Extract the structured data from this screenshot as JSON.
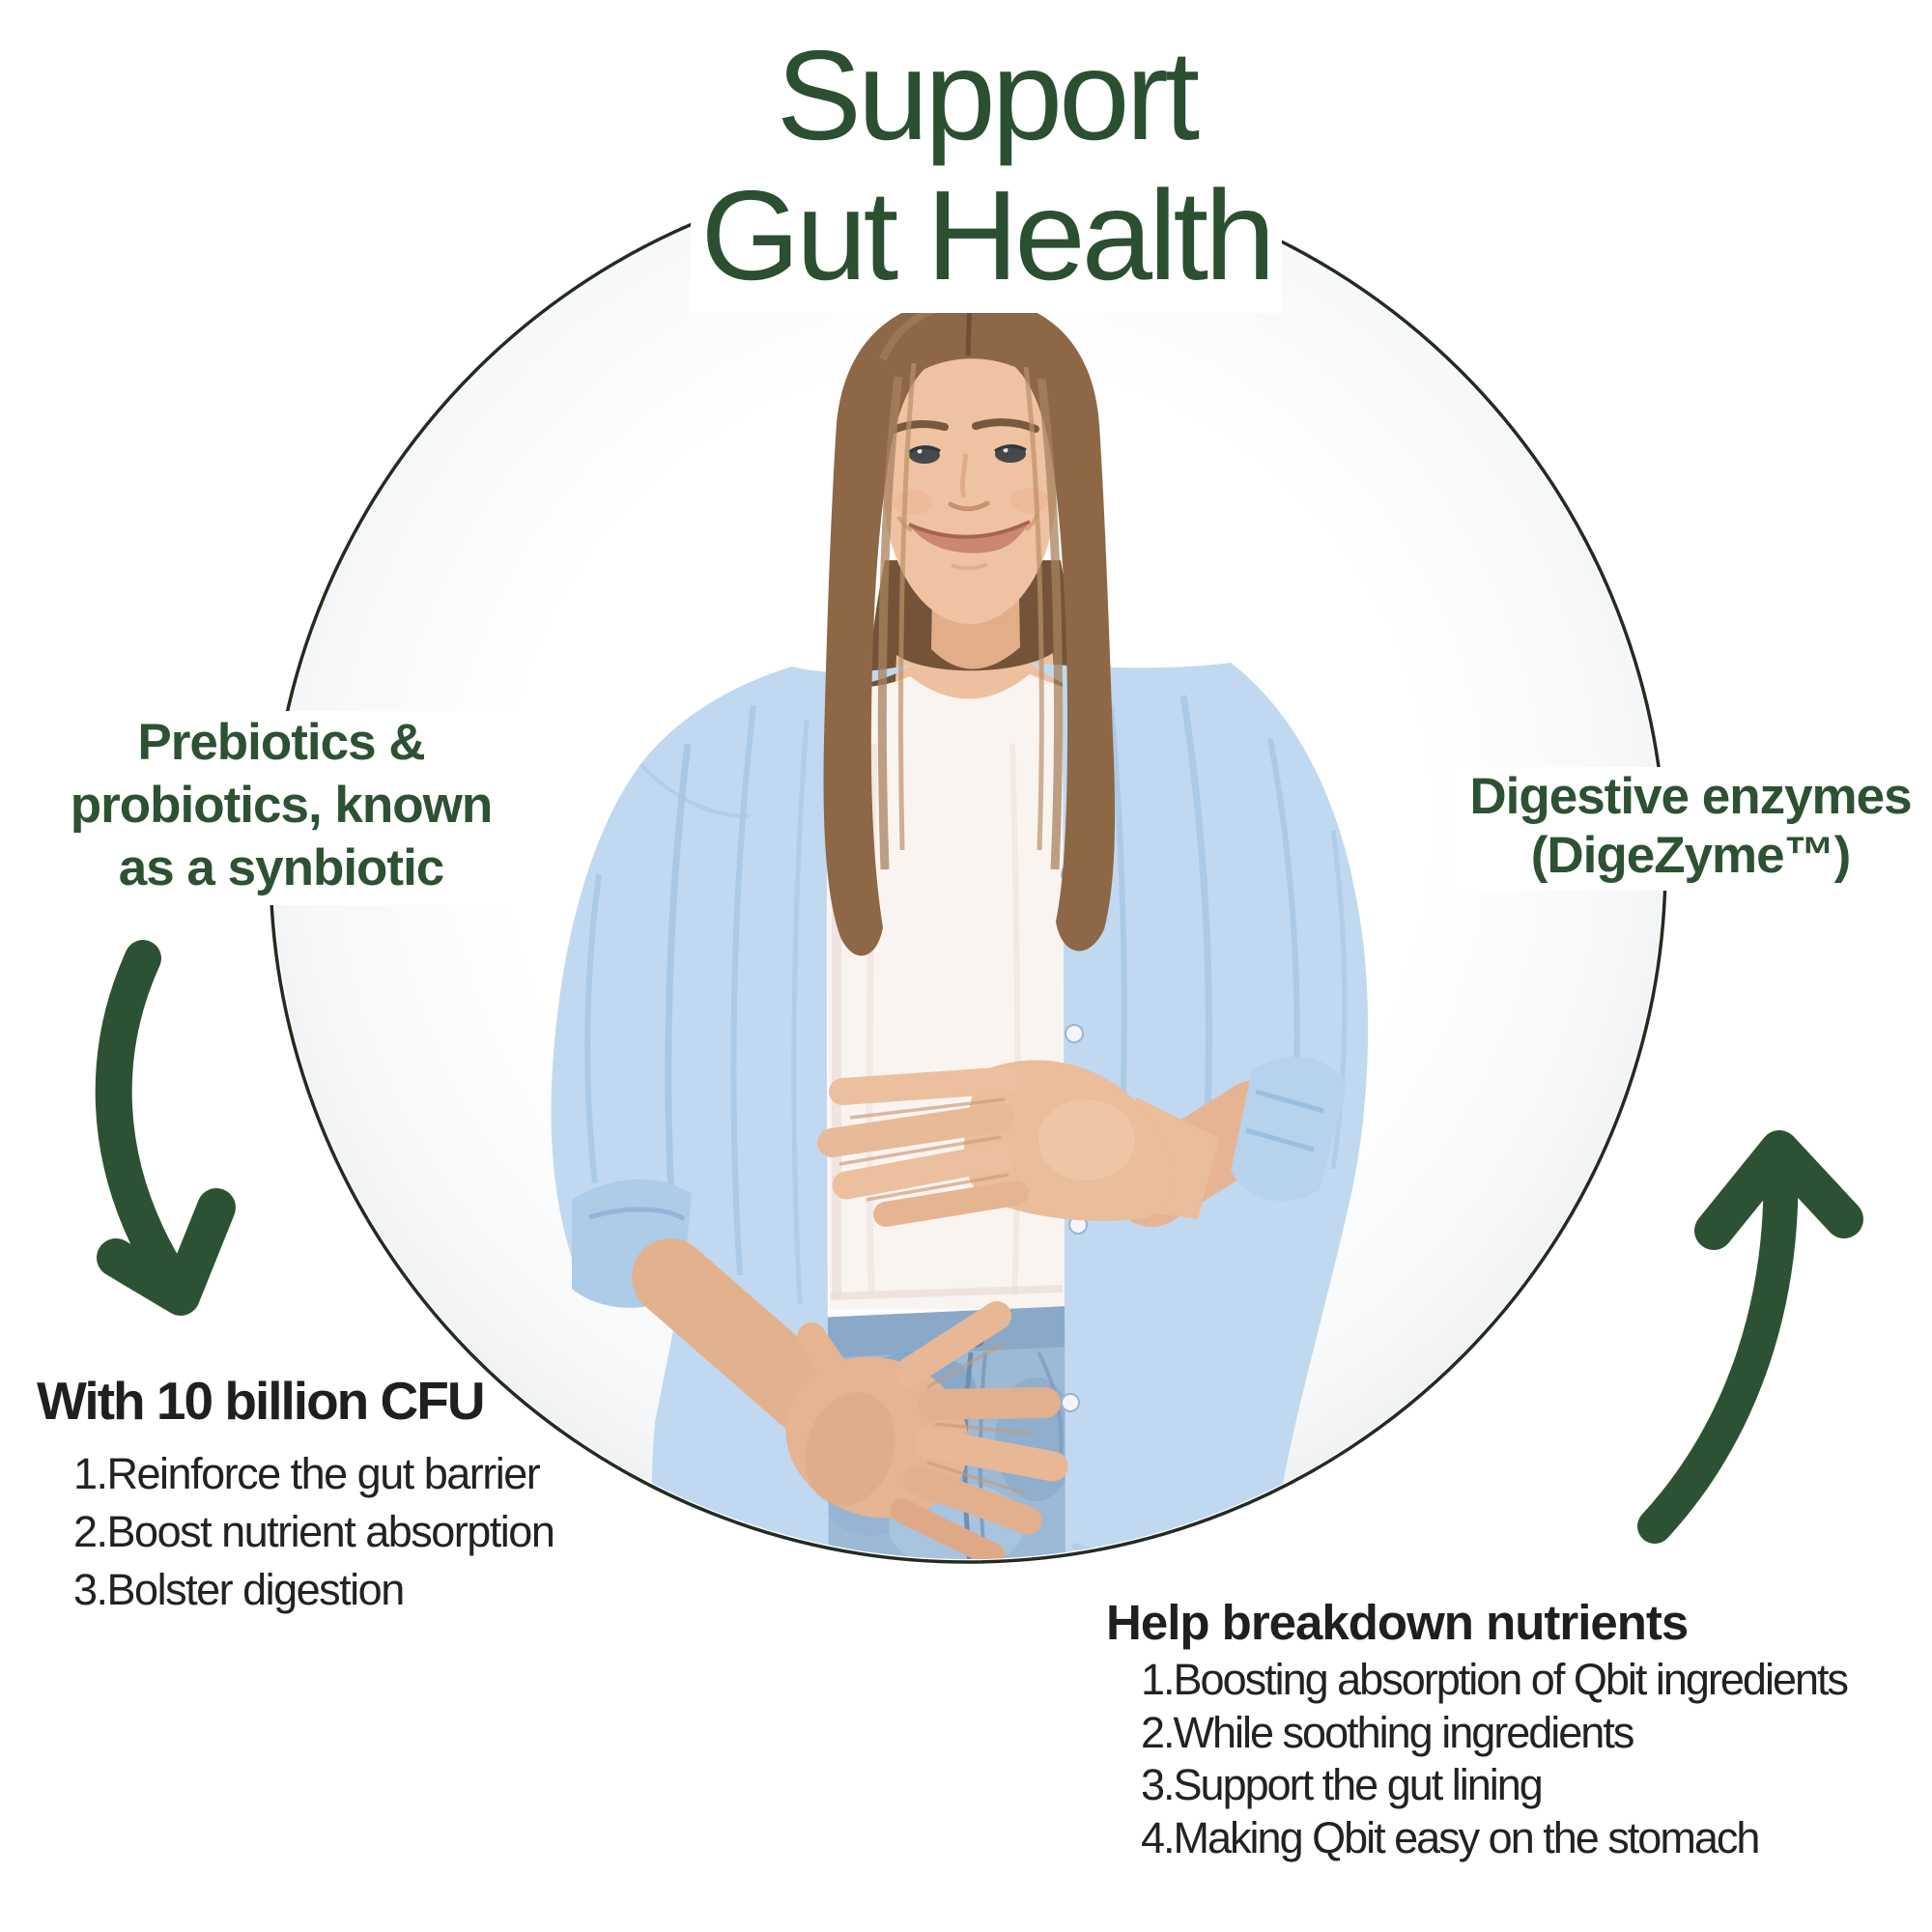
{
  "title": {
    "line1": "Support",
    "line2": "Gut Health"
  },
  "labels": {
    "left": {
      "lines": [
        "Prebiotics &",
        "probiotics, known",
        "as a synbiotic"
      ]
    },
    "right": {
      "lines": [
        "Digestive enzymes",
        "(DigeZyme™)"
      ]
    }
  },
  "benefits_left": {
    "heading": "With 10 billion CFU",
    "items": [
      "1.Reinforce the gut barrier",
      "2.Boost nutrient absorption",
      "3.Bolster digestion"
    ]
  },
  "benefits_right": {
    "heading": "Help breakdown nutrients",
    "items": [
      "1.Boosting absorption of Qbit ingredients",
      "2.While soothing ingredients",
      "3.Support the gut lining",
      "4.Making Qbit easy on the stomach"
    ]
  },
  "illustration": {
    "description": "Smiling young woman with long brown hair wearing an open light-blue shirt over a white top and jeans, holding her hands on her stomach, inside a thin dark circle outline"
  },
  "colors": {
    "title_green": "#2b4f31",
    "label_green": "#2c5133",
    "arrow_green": "#2d5233",
    "circle_line": "#242b22",
    "list_text": "#202320",
    "heading_text": "#1d201c",
    "shirt_blue": "#c0d9f0",
    "jeans_blue": "#9cb9d6",
    "skin": "#eabd9b",
    "hair_brown": "#8d6746",
    "background": "#ffffff"
  }
}
